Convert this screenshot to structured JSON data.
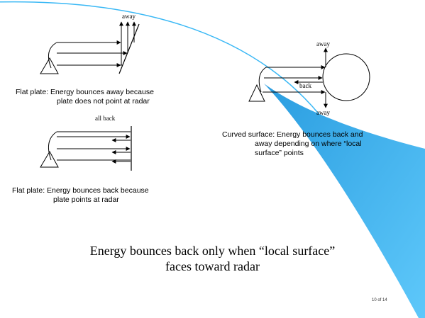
{
  "diagrams": {
    "flat_away": {
      "label": "away",
      "caption_line1": "Flat plate:  Energy bounces away because",
      "caption_line2": "plate does not point at radar"
    },
    "flat_back": {
      "label": "all back",
      "caption_line1": "Flat plate:  Energy bounces back because",
      "caption_line2": "plate points at radar"
    },
    "curved": {
      "label_top": "away",
      "label_mid": "back",
      "label_bottom": "away",
      "caption_line1": "Curved surface:  Energy bounces back and",
      "caption_line2": "away depending on where “local",
      "caption_line3": "surface” points"
    }
  },
  "title": {
    "line1": "Energy bounces back only when “local surface”",
    "line2": "faces toward radar"
  },
  "page_number": "10 of 14",
  "colors": {
    "background_arc": "#3ab8f5",
    "beam": "#55c4f8",
    "ink": "#000000"
  }
}
